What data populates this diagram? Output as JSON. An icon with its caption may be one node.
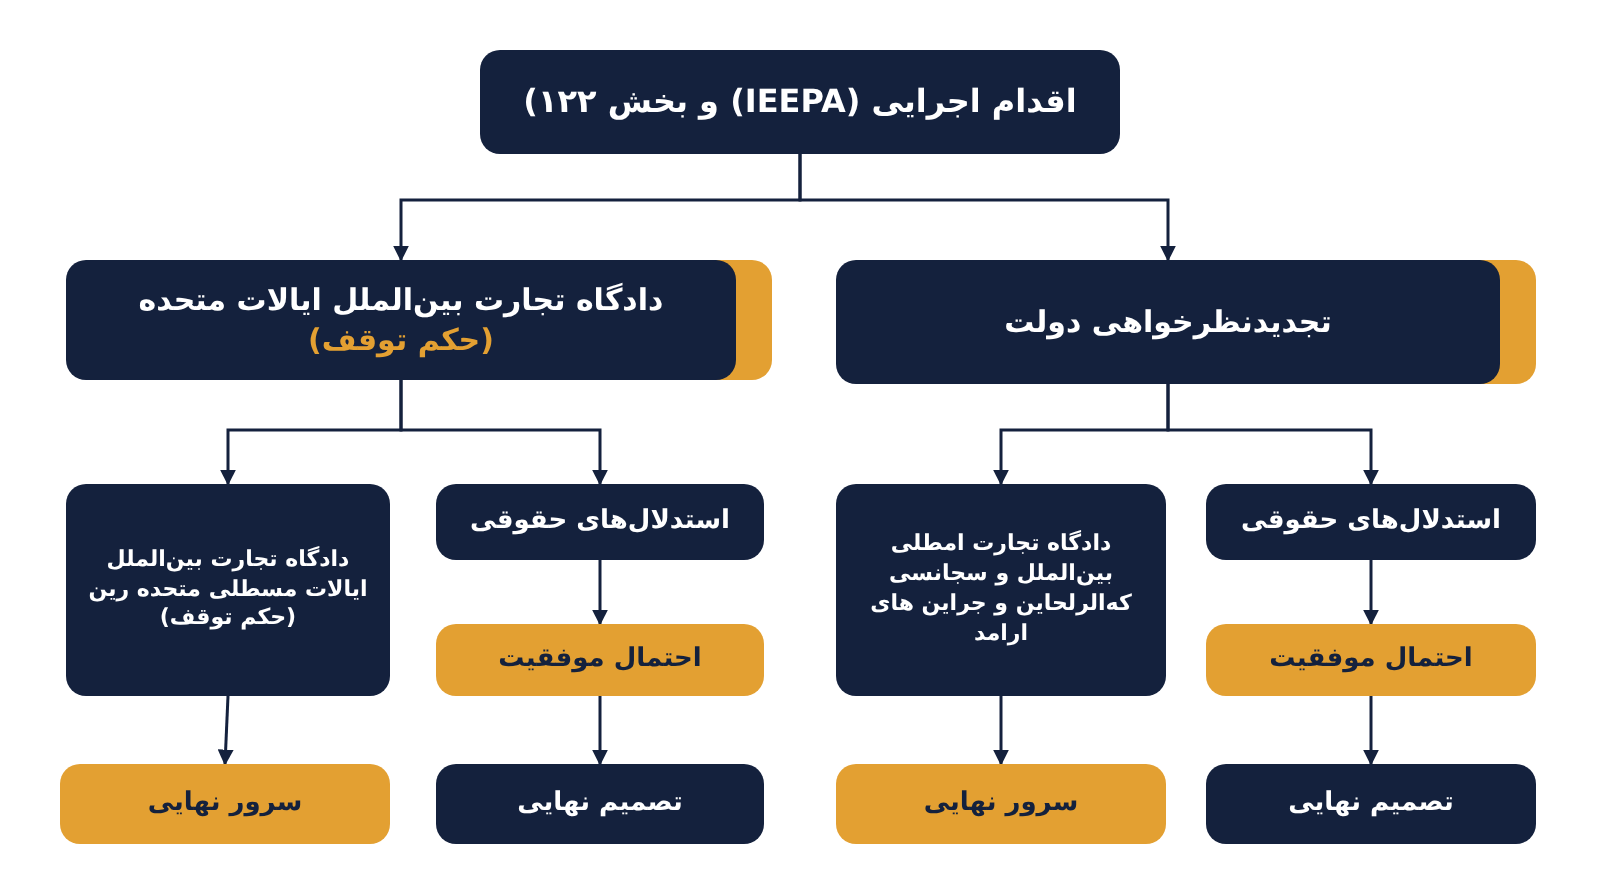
{
  "diagram": {
    "nodes": [
      {
        "text": [
          "اقدام اجرایی (IEEPA) و بخش ۱۲۲)"
        ]
      },
      {
        "text": [
          "دادگاه تجارت بین‌الملل ایالات متحده",
          "(حکم توقف)"
        ]
      },
      {
        "text": [
          "تجدیدنظرخواهی دولت"
        ]
      },
      {
        "text": [
          "دادگاه تجارت بین‌الملل ایالات مسطلی متحده رین (حکم توقف)"
        ]
      },
      {
        "text": [
          "استدلال‌های حقوقی"
        ]
      },
      {
        "text": [
          "احتمال موفقیت"
        ]
      },
      {
        "text": [
          "سرور نهایی"
        ]
      },
      {
        "text": [
          "تصمیم نهایی"
        ]
      },
      {
        "text": [
          "دادگاه تجارت امطلی بین‌الملل و سجانسی که‌الر‌لحاین و جراین های ارامد"
        ]
      },
      {
        "text": [
          "استدلال‌های حقوقی"
        ]
      },
      {
        "text": [
          "احتمال موفقیت"
        ]
      },
      {
        "text": [
          "سرور نهایی"
        ]
      },
      {
        "text": [
          "تصمیم نهایی"
        ]
      }
    ],
    "edges": [
      {
        "from": 0,
        "to": 1,
        "arrow": "to"
      },
      {
        "from": 0,
        "to": 2,
        "arrow": "to"
      },
      {
        "from": 1,
        "to": 3,
        "arrow": "to"
      },
      {
        "from": 1,
        "to": 4,
        "arrow": "to"
      },
      {
        "from": 2,
        "to": 8,
        "arrow": "to"
      },
      {
        "from": 2,
        "to": 9,
        "arrow": "to"
      },
      {
        "from": 4,
        "to": 5,
        "arrow": "to"
      },
      {
        "from": 5,
        "to": 7,
        "arrow": "to"
      },
      {
        "from": 3,
        "to": 6,
        "arrow": "to"
      },
      {
        "from": 9,
        "to": 10,
        "arrow": "to"
      },
      {
        "from": 10,
        "to": 12,
        "arrow": "to"
      },
      {
        "from": 8,
        "to": 11,
        "arrow": "to"
      }
    ]
  }
}
